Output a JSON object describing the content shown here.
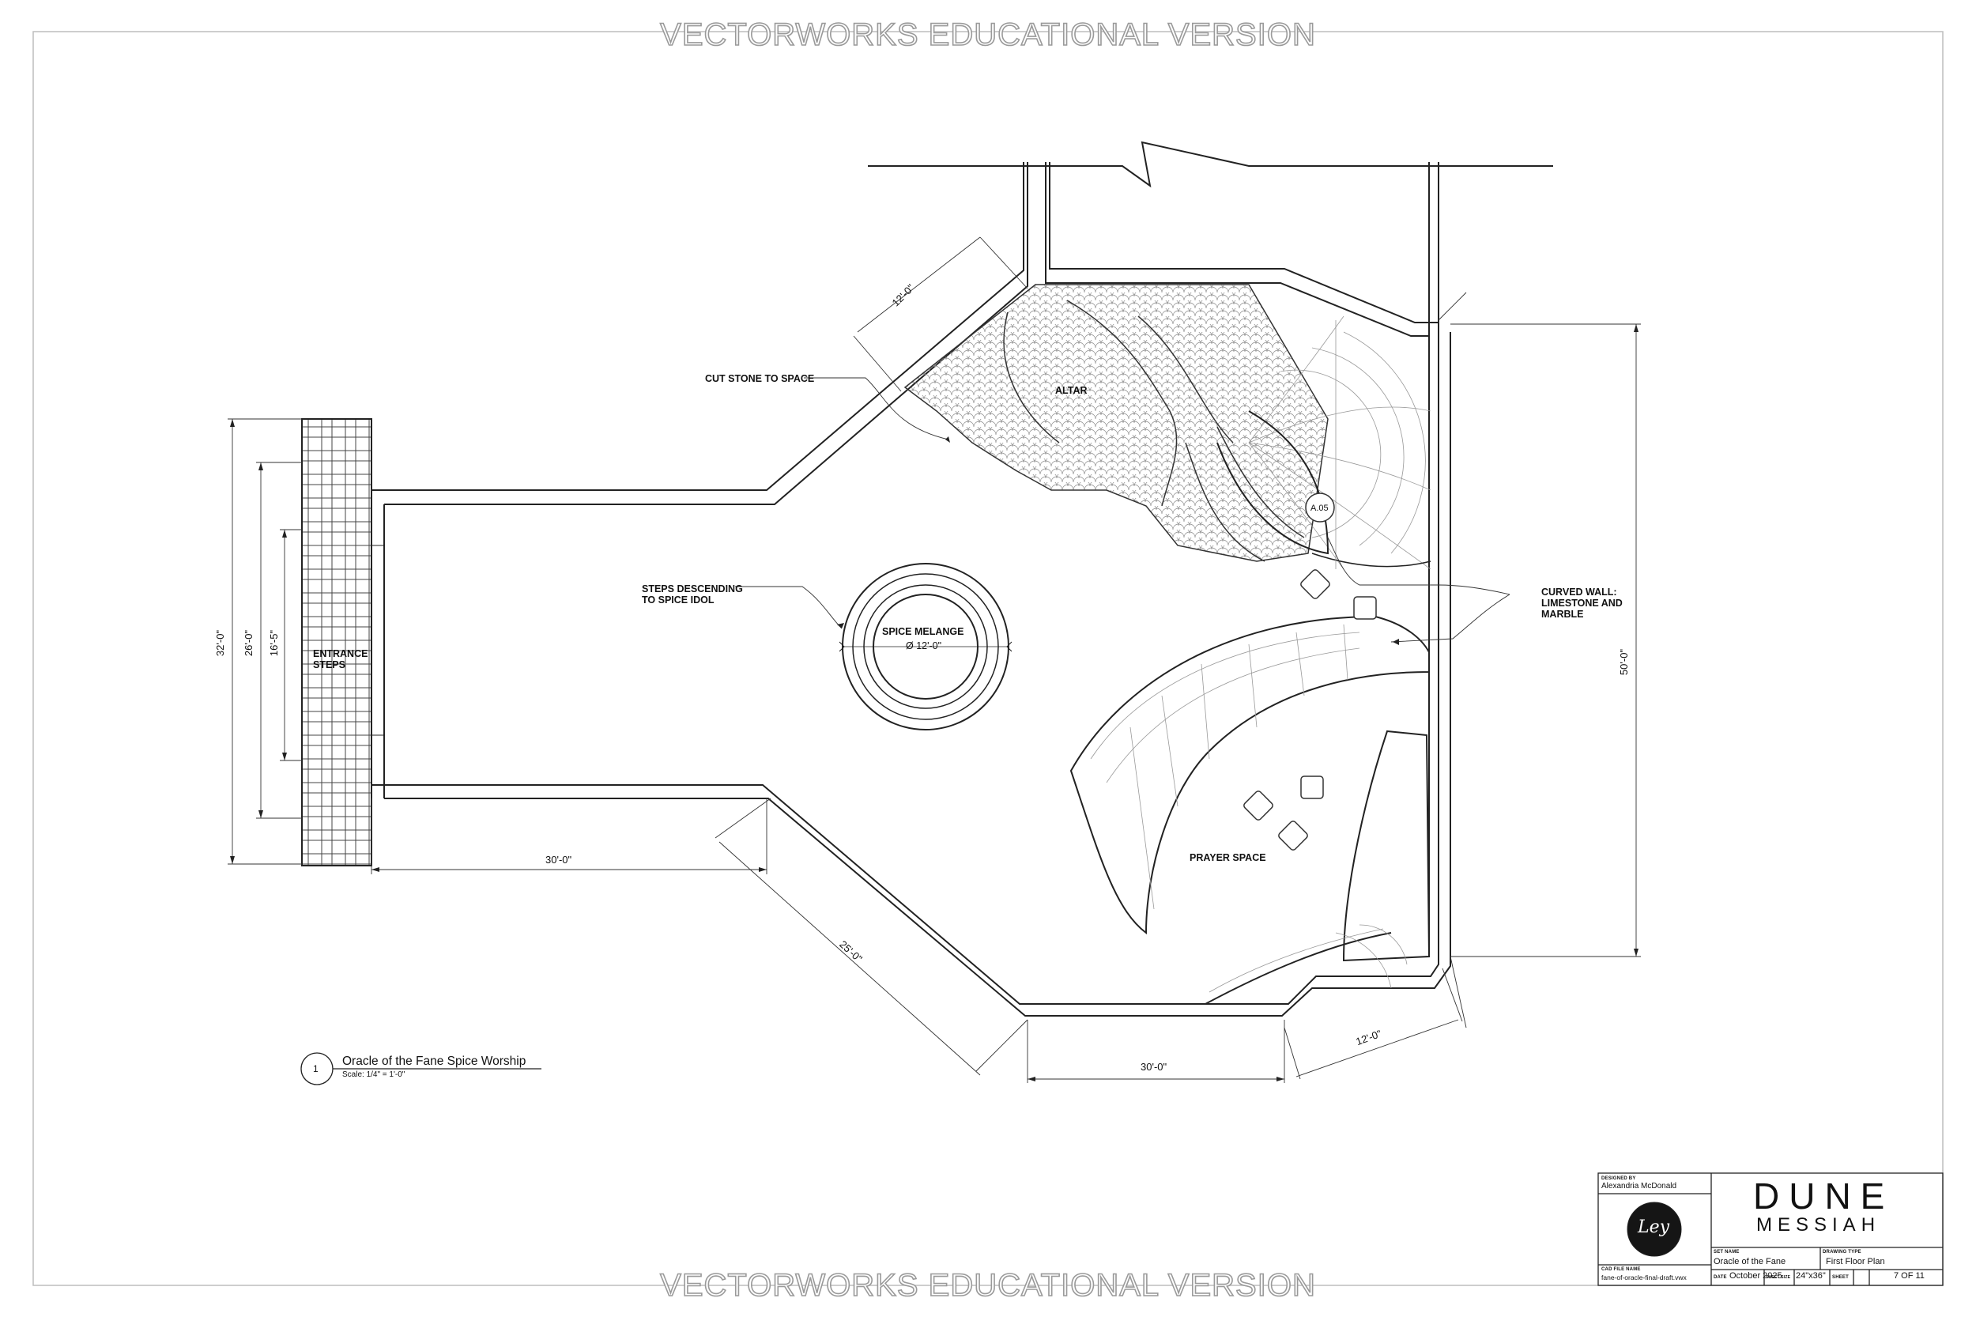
{
  "watermark": "VECTORWORKS EDUCATIONAL VERSION",
  "labels": {
    "cut_stone": "CUT STONE TO SPACE",
    "altar": "ALTAR",
    "steps_descending": "STEPS DESCENDING\nTO SPICE IDOL",
    "spice_melange": "SPICE MELANGE",
    "spice_diameter": "Ø 12'-0\"",
    "entrance_steps": "ENTRANCE\nSTEPS",
    "curved_wall": "CURVED WALL:\nLIMESTONE AND\nMARBLE",
    "prayer_space": "PRAYER SPACE",
    "section_tag": "A.05"
  },
  "dimensions": {
    "top_diag": "12'-0\"",
    "left_32": "32'-0\"",
    "left_26": "26'-0\"",
    "left_16": "16'-5\"",
    "bottom_30_left": "30'-0\"",
    "diag_25": "25'-0\"",
    "bottom_30_right": "30'-0\"",
    "bottom_right_12": "12'-0\"",
    "right_50": "50'-0\""
  },
  "drawing_title": {
    "number": "1",
    "title": "Oracle of the Fane Spice Worship",
    "scale": "Scale: 1/4\" = 1'-0\""
  },
  "title_block": {
    "designed_by_label": "DESIGNED BY",
    "designed_by": "Alexandria McDonald",
    "logo_text": "Ley",
    "cad_file_label": "CAD FILE NAME",
    "cad_file": "fane-of-oracle-final-draft.vwx",
    "project_line1": "DUNE",
    "project_line2": "MESSIAH",
    "set_name_label": "SET NAME",
    "set_name": "Oracle of the Fane",
    "drawing_type_label": "DRAWING TYPE",
    "drawing_type": "First Floor Plan",
    "date_label": "DATE",
    "date": "October 2025",
    "sheet_size_label": "SHEET SIZE",
    "sheet_size": "24\"x36\"",
    "sheet_label": "SHEET",
    "sheet": "7 OF 11"
  }
}
